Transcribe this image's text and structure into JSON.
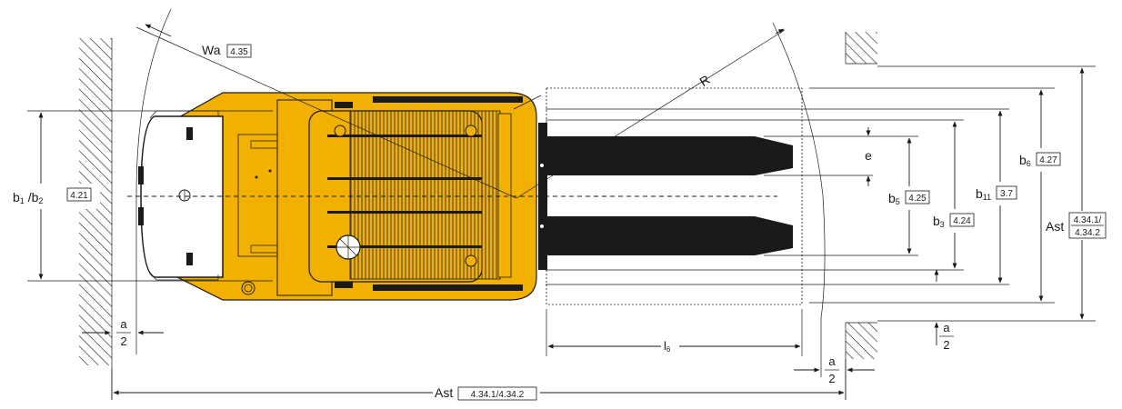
{
  "colors": {
    "truck_body": "#f2b000",
    "truck_dark": "#8a6400",
    "forks": "#1a1a1a",
    "line": "#1a1a1a"
  },
  "labels": {
    "wa": {
      "symbol": "Wa",
      "ref": "4.35"
    },
    "r": {
      "symbol": "R"
    },
    "b1b2": {
      "symbol_a": "b",
      "sub_a": "1",
      "sep": " /",
      "symbol_b": "b",
      "sub_b": "2",
      "ref": "4.21"
    },
    "e": {
      "symbol": "e"
    },
    "b5": {
      "symbol": "b",
      "sub": "5",
      "ref": "4.25"
    },
    "b3": {
      "symbol": "b",
      "sub": "3",
      "ref": "4.24"
    },
    "b11": {
      "symbol": "b",
      "sub": "11",
      "ref": "3.7"
    },
    "b6": {
      "symbol": "b",
      "sub": "6",
      "ref": "4.27"
    },
    "ast_right": {
      "symbol": "Ast",
      "ref_line1": "4.34.1/",
      "ref_line2": "4.34.2"
    },
    "l6": {
      "symbol": "l",
      "sub": "6"
    },
    "ast_bottom": {
      "symbol": "Ast",
      "ref": "4.34.1/4.34.2"
    },
    "half_a": {
      "num": "a",
      "den": "2"
    }
  }
}
